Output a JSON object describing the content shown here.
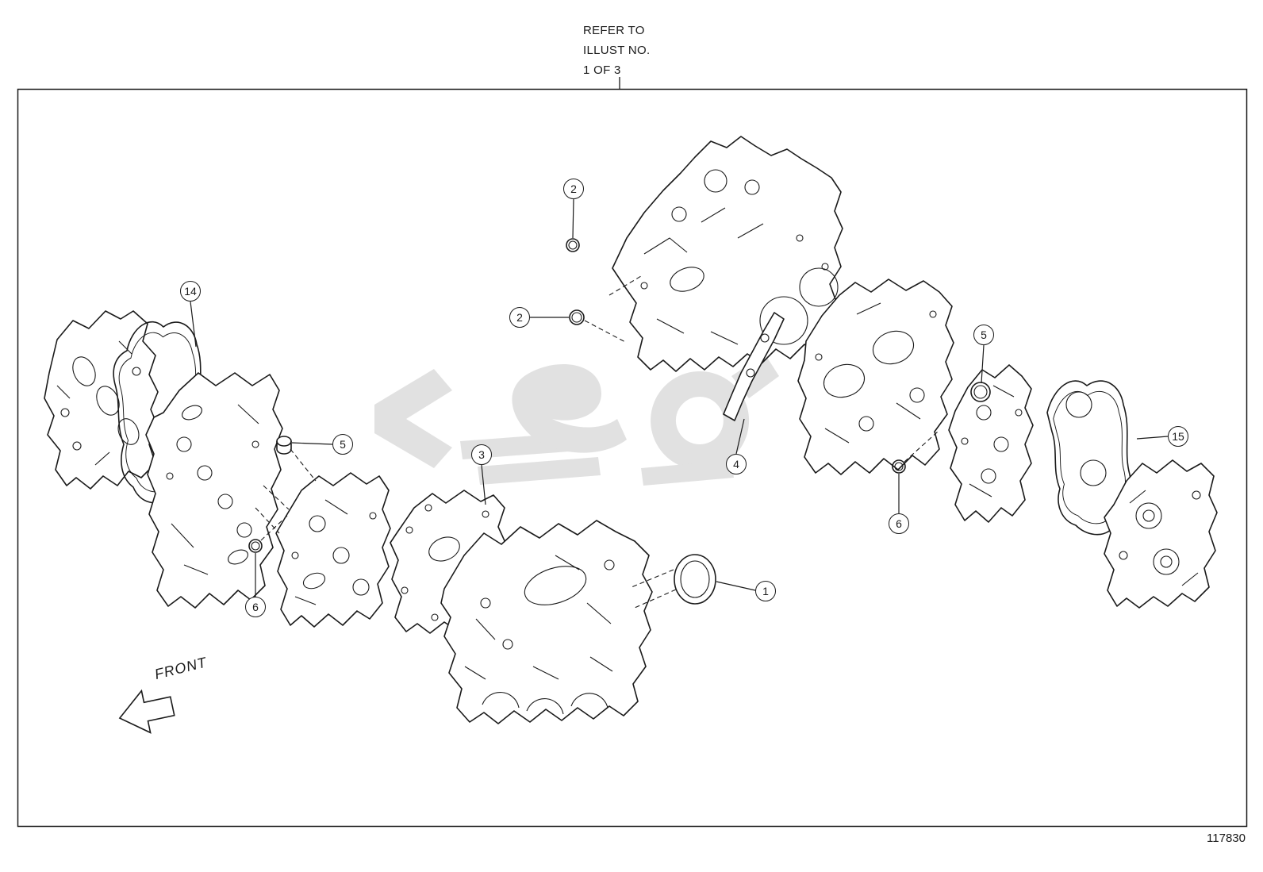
{
  "page": {
    "refer_line1": "REFER TO",
    "refer_line2": "ILLUST NO.",
    "refer_line3": "1 OF 3",
    "front_label": "FRONT",
    "drawing_number": "117830"
  },
  "callouts": [
    "2",
    "2",
    "14",
    "5",
    "3",
    "4",
    "5",
    "6",
    "6",
    "1",
    "15"
  ],
  "parts": {
    "diagram_type": "exploded-engine-short-block-gasket-kit",
    "callout_part_numbers_visible": [
      "1",
      "2",
      "3",
      "4",
      "5",
      "6",
      "14",
      "15"
    ]
  },
  "colors": {
    "line": "#1a1a1a",
    "background": "#ffffff",
    "watermark": "#c9c9c9"
  }
}
